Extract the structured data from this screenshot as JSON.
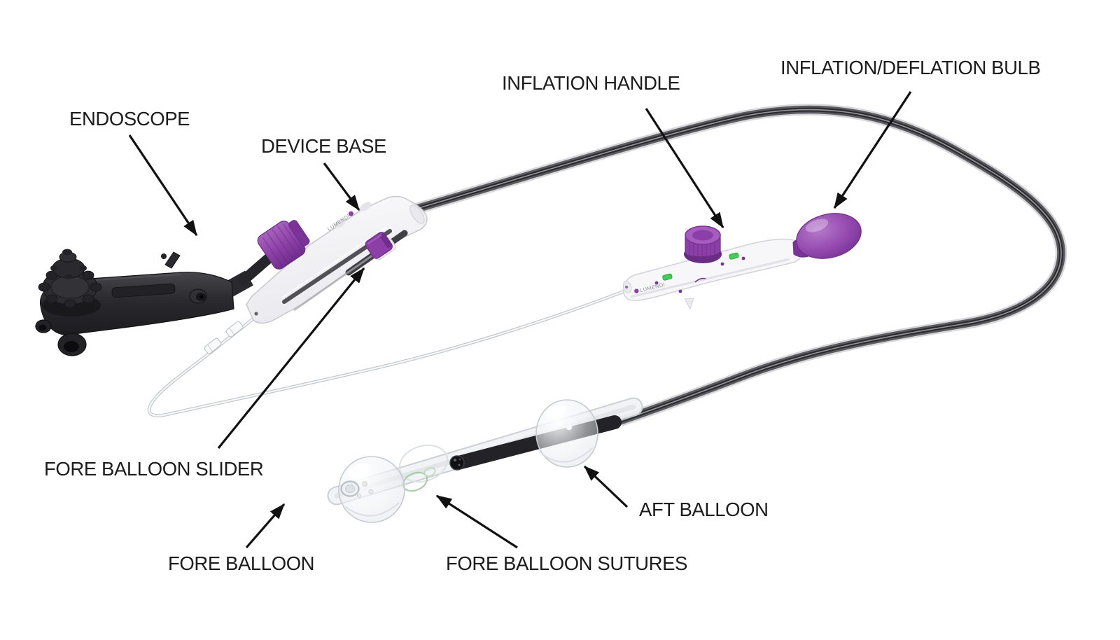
{
  "figure": {
    "background": "#ffffff",
    "text_color": "#1c1c1c",
    "arrow_color": "#111111",
    "accent_purple": "#8d3fa8",
    "led_green": "#41cf52",
    "brand": "LUMENDI",
    "labels": {
      "endoscope": "ENDOSCOPE",
      "device_base": "DEVICE BASE",
      "inflation_handle": "INFLATION HANDLE",
      "inflation_deflation_bulb": "INFLATION/DEFLATION BULB",
      "fore_balloon_slider": "FORE BALLOON SLIDER",
      "fore_balloon": "FORE BALLOON",
      "fore_balloon_sutures": "FORE BALLOON SUTURES",
      "aft_balloon": "AFT BALLOON"
    }
  }
}
